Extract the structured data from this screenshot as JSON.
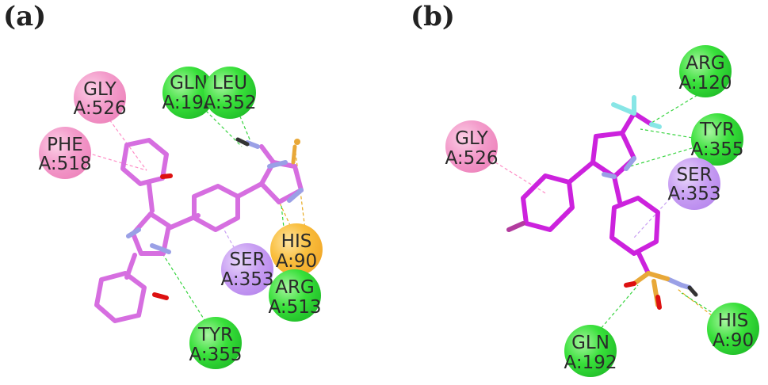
{
  "colors": {
    "hbond": "#2ecc40",
    "pi_alkyl": "#ff69b4",
    "amide_pi": "#b06ad9",
    "sulfur": "#e0a020",
    "ligand_a": "#d66ee0",
    "ligand_b": "#cc22dd",
    "nitrogen": "#9aa0e6",
    "oxygen": "#dd1111",
    "fluorine": "#88e6e6",
    "sulfur_atom": "#e8a838"
  },
  "panels": [
    {
      "label": "(a)",
      "residues": [
        {
          "id": "gly526",
          "line1": "GLY",
          "line2": "A:526",
          "type": "pink"
        },
        {
          "id": "phe518",
          "line1": "PHE",
          "line2": "A:518",
          "type": "pink"
        },
        {
          "id": "gln192",
          "line1": "GLN",
          "line2": "A:192",
          "type": "green"
        },
        {
          "id": "leu352",
          "line1": "LEU",
          "line2": "A:352",
          "type": "green"
        },
        {
          "id": "his90",
          "line1": "HIS",
          "line2": "A:90",
          "type": "orange"
        },
        {
          "id": "ser353",
          "line1": "SER",
          "line2": "A:353",
          "type": "purple"
        },
        {
          "id": "arg513",
          "line1": "ARG",
          "line2": "A:513",
          "type": "green"
        },
        {
          "id": "tyr355",
          "line1": "TYR",
          "line2": "A:355",
          "type": "green"
        }
      ]
    },
    {
      "label": "(b)",
      "residues": [
        {
          "id": "arg120",
          "line1": "ARG",
          "line2": "A:120",
          "type": "green"
        },
        {
          "id": "gly526",
          "line1": "GLY",
          "line2": "A:526",
          "type": "pink"
        },
        {
          "id": "tyr355",
          "line1": "TYR",
          "line2": "A:355",
          "type": "green"
        },
        {
          "id": "ser353",
          "line1": "SER",
          "line2": "A:353",
          "type": "purple"
        },
        {
          "id": "gln192",
          "line1": "GLN",
          "line2": "A:192",
          "type": "green"
        },
        {
          "id": "his90",
          "line1": "HIS",
          "line2": "A:90",
          "type": "green"
        }
      ]
    }
  ]
}
